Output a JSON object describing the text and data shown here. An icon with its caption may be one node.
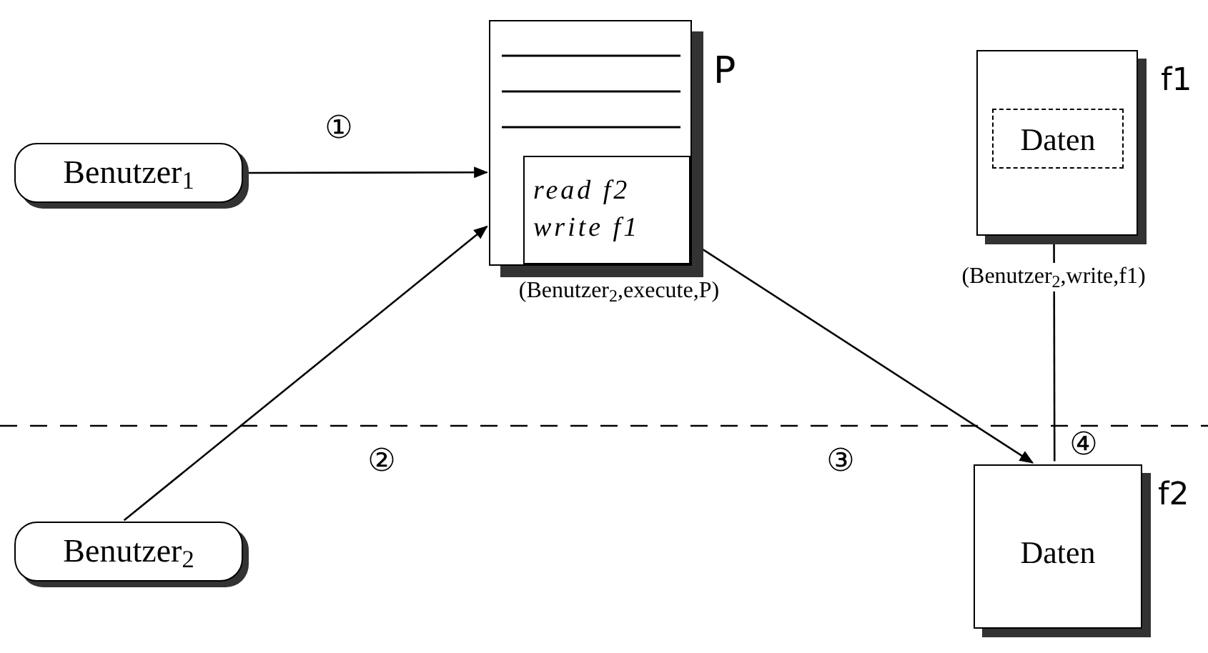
{
  "diagram": {
    "nodes": [
      {
        "text": [
          "Benutzer$_{1}$"
        ]
      },
      {
        "text": [
          "Benutzer$_{2}$"
        ]
      },
      {
        "text": [
          "P"
        ]
      },
      {
        "text": [
          "read f2",
          "write f1"
        ],
        "in": 2
      },
      {
        "text": [
          "f1"
        ]
      },
      {
        "text": [
          "Daten"
        ],
        "in": 4
      },
      {
        "text": [
          "f2",
          "Daten"
        ]
      }
    ],
    "edges": [
      {
        "from": 0,
        "to": 2,
        "arrow": "to"
      },
      {
        "from": 1,
        "to": 2,
        "arrow": "to"
      },
      {
        "from": 2,
        "to": 6,
        "arrow": "to"
      },
      {
        "from": 6,
        "to": 5,
        "arrow": "to",
        "label": "(Benutzer$_{2}$,write,f1)"
      }
    ],
    "labels": [
      "①",
      "(Benutzer$_{2}$,execute,P)",
      "②",
      "③",
      "④"
    ]
  }
}
